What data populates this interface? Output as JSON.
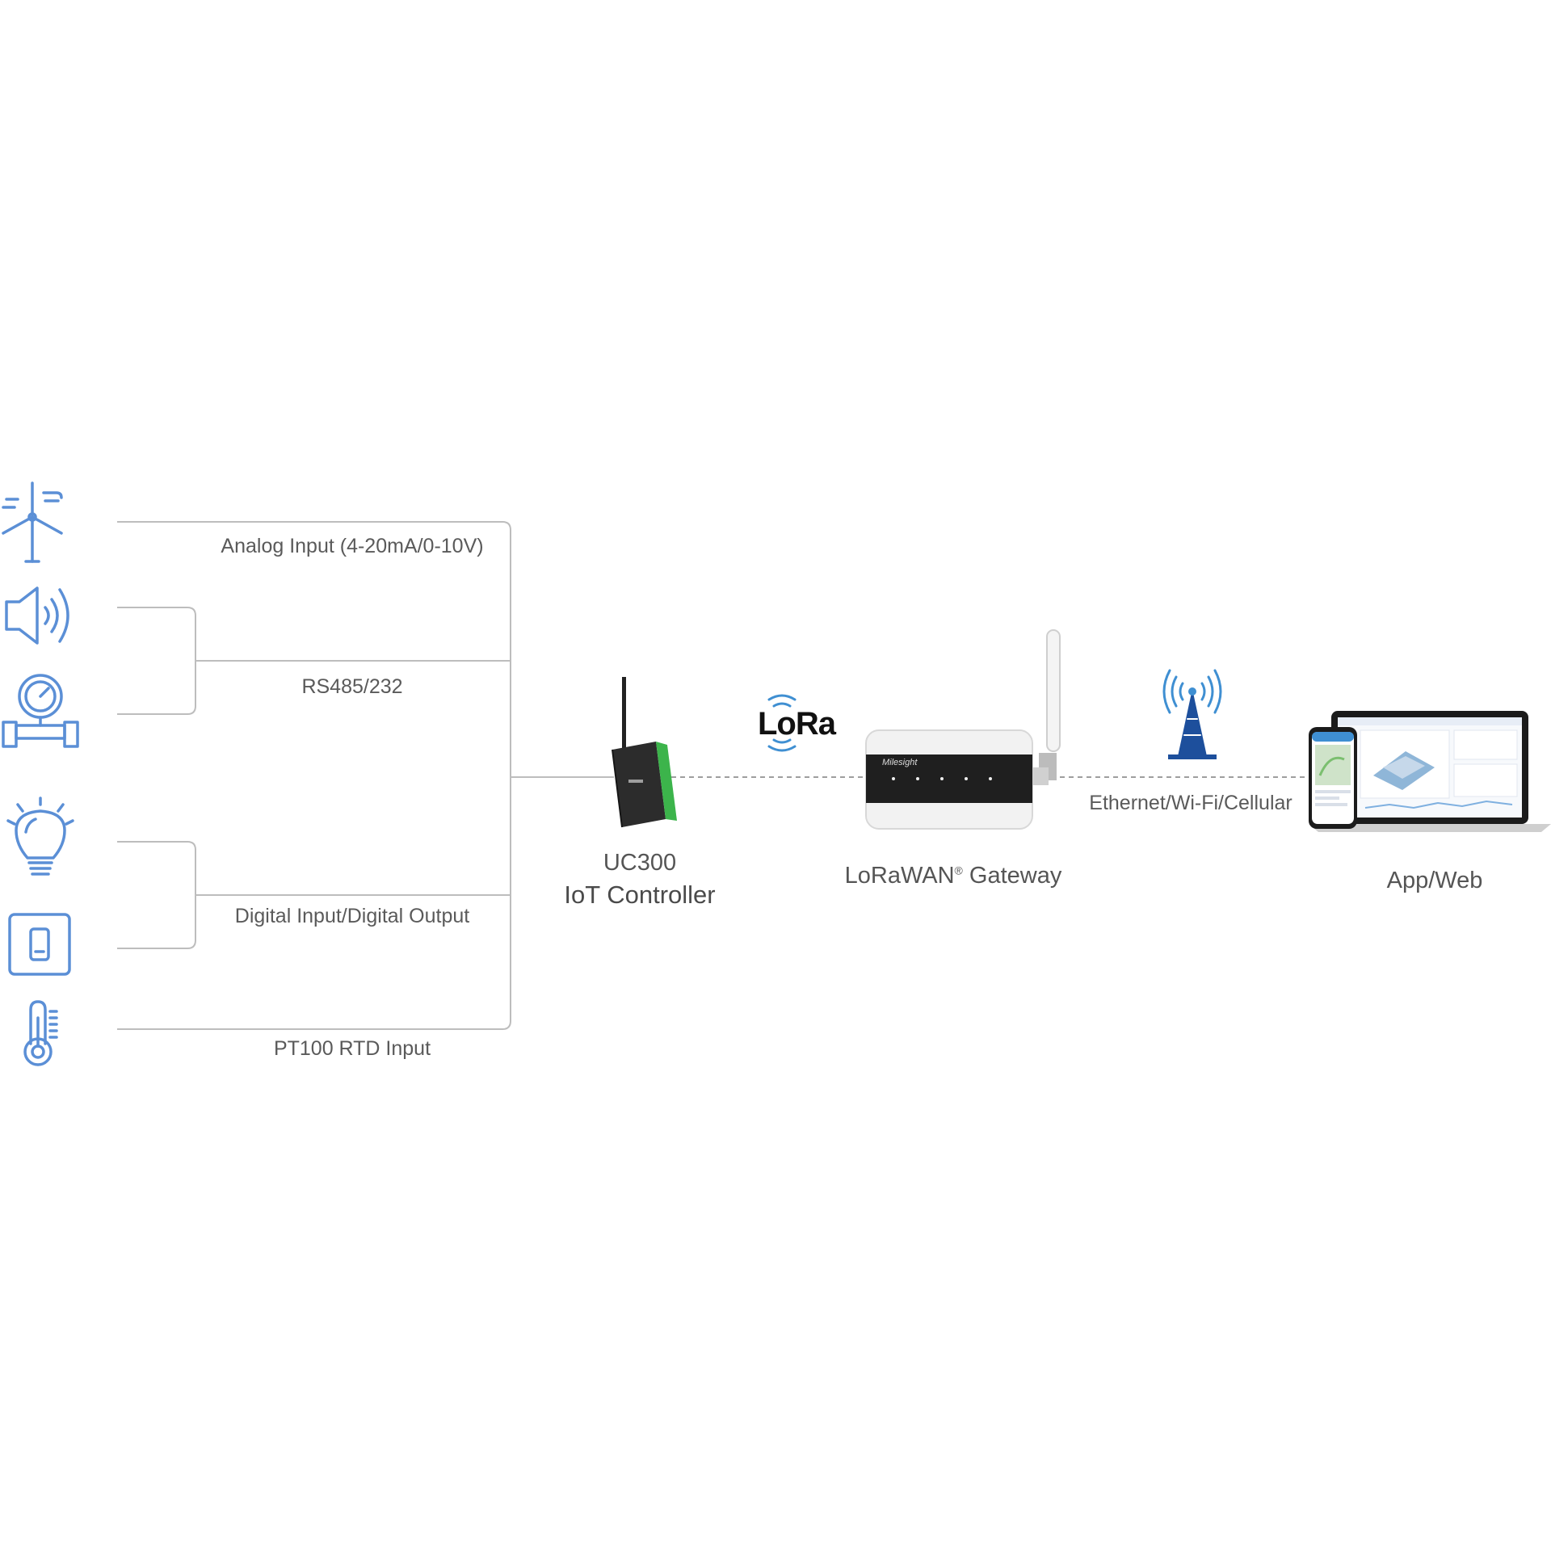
{
  "colors": {
    "icon_stroke": "#5b8fd6",
    "line": "#bdbdbd",
    "dashed": "#9e9e9e",
    "text": "#5a5a5a",
    "device_dark": "#2c2c2c",
    "device_accent": "#3cb44b",
    "gateway_body": "#f2f2f2",
    "gateway_band": "#1f1f1f"
  },
  "sensor_icons": [
    {
      "name": "wind-turbine-icon"
    },
    {
      "name": "speaker-icon"
    },
    {
      "name": "pressure-gauge-icon"
    },
    {
      "name": "light-bulb-icon"
    },
    {
      "name": "switch-icon"
    },
    {
      "name": "thermometer-icon"
    }
  ],
  "interfaces": {
    "analog": "Analog Input (4-20mA/0-10V)",
    "rs485": "RS485/232",
    "digital": "Digital Input/Digital Output",
    "pt100": "PT100 RTD Input"
  },
  "controller": {
    "model": "UC300",
    "name": "IoT Controller"
  },
  "lora_logo": "LoRa",
  "gateway": {
    "name_prefix": "LoRaWAN",
    "registered": "®",
    "name_suffix": " Gateway",
    "brand": "Milesight"
  },
  "network": {
    "label": "Ethernet/Wi-Fi/Cellular",
    "tower_icon": "cell-tower-icon"
  },
  "app": {
    "label": "App/Web",
    "icon": "laptop-phone-dashboard-icon"
  }
}
